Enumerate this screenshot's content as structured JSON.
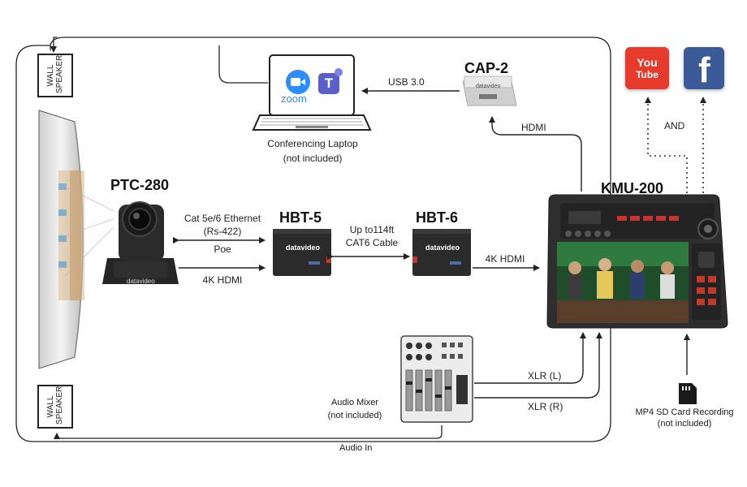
{
  "devices": {
    "camera": "PTC-280",
    "hbt5": "HBT-5",
    "hbt6": "HBT-6",
    "kmu": "KMU-200",
    "cap2": "CAP-2"
  },
  "speakers": {
    "top": "WALL SPEAKER",
    "bottom": "WALL SPEAKER"
  },
  "labels": {
    "ethernet_1": "Cat 5e/6 Ethernet",
    "ethernet_2": "(Rs-422)",
    "ethernet_3": "Poe",
    "hdmi_cam": "4K HDMI",
    "cat6_1": "Up to114ft",
    "cat6_2": "CAT6 Cable",
    "hdmi_kmu": "4K HDMI",
    "hdmi_cap": "HDMI",
    "usb": "USB 3.0",
    "laptop_1": "Conferencing Laptop",
    "laptop_2": "(not included)",
    "mixer_1": "Audio Mixer",
    "mixer_2": "(not included)",
    "xlr_l": "XLR (L)",
    "xlr_r": "XLR (R)",
    "audio_in": "Audio In",
    "and": "AND",
    "sd_1": "MP4 SD Card Recording",
    "sd_2": "(not included)"
  },
  "logos": {
    "youtube_1": "You",
    "youtube_2": "Tube",
    "facebook": "f",
    "zoom": "zoom",
    "teams": "T",
    "brand": "datavideo"
  },
  "colors": {
    "youtube": "#e53a2c",
    "facebook": "#3b5b98",
    "zoom": "#2d8cff",
    "teams": "#5b5fc7",
    "device": "#2b2b2b",
    "line": "#222222"
  }
}
